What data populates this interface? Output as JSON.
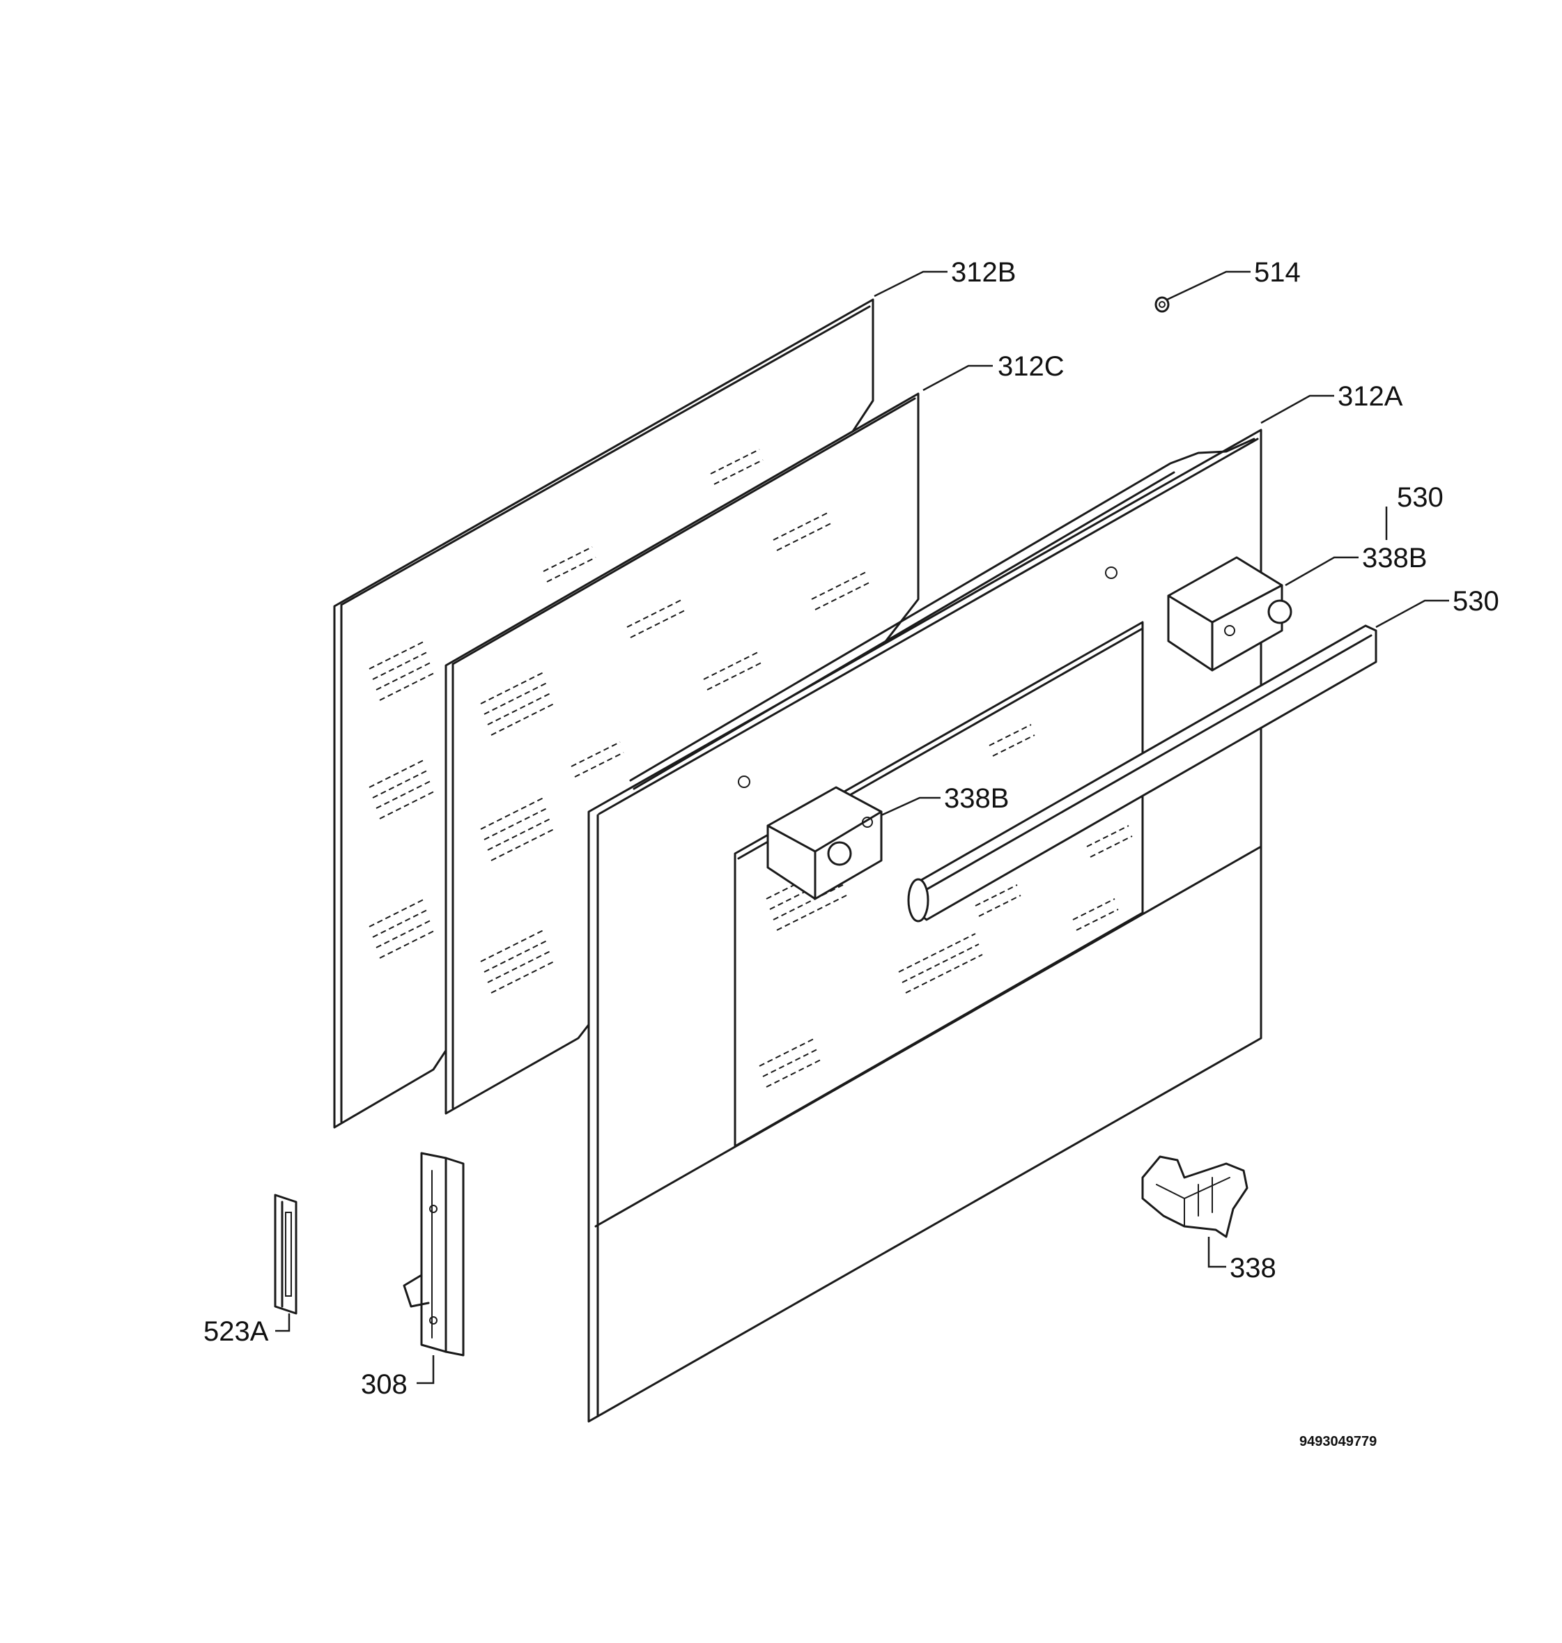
{
  "diagram": {
    "type": "exploded parts diagram",
    "document_number": "9493049779",
    "parts": [
      {
        "id": "part-312b",
        "label": "312B"
      },
      {
        "id": "part-514",
        "label": "514"
      },
      {
        "id": "part-312c",
        "label": "312C"
      },
      {
        "id": "part-312a",
        "label": "312A"
      },
      {
        "id": "part-530-top",
        "label": "530"
      },
      {
        "id": "part-338b-top",
        "label": "338B"
      },
      {
        "id": "part-530-handle",
        "label": "530"
      },
      {
        "id": "part-338b-left",
        "label": "338B"
      },
      {
        "id": "part-338",
        "label": "338"
      },
      {
        "id": "part-523a",
        "label": "523A"
      },
      {
        "id": "part-308",
        "label": "308"
      }
    ]
  }
}
